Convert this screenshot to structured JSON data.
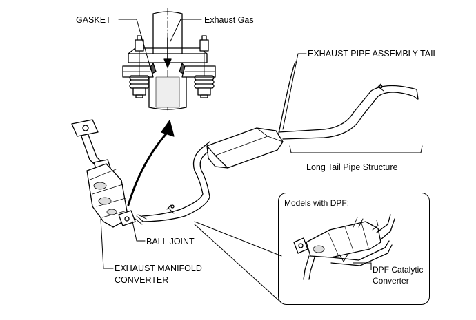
{
  "labels": {
    "gasket": "GASKET",
    "exhaust_gas": "Exhaust Gas",
    "exhaust_pipe_assembly_tail": "EXHAUST PIPE ASSEMBLY TAIL",
    "long_tail_pipe_structure": "Long Tail Pipe Structure",
    "ball_joint": "BALL JOINT",
    "exhaust_manifold_line1": "EXHAUST MANIFOLD",
    "exhaust_manifold_line2": "CONVERTER",
    "models_with_dpf": "Models with DPF:",
    "dpf_line1": "DPF Catalytic",
    "dpf_line2": "Converter"
  }
}
